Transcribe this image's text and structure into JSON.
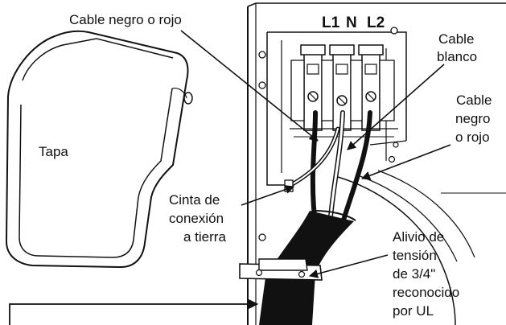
{
  "labels": {
    "cable_negro_rojo_top": "Cable negro o rojo",
    "tapa": "Tapa",
    "terminal_l1": "L1",
    "terminal_n": "N",
    "terminal_l2": "L2",
    "cable_blanco_1": "Cable",
    "cable_blanco_2": "blanco",
    "cable_negro_right_1": "Cable",
    "cable_negro_right_2": "negro",
    "cable_negro_right_3": "o rojo",
    "cinta_1": "Cinta de",
    "cinta_2": "conexión",
    "cinta_3": "a tierra",
    "alivio_1": "Alivio de",
    "alivio_2": "tensión",
    "alivio_3": "de 3/4\"",
    "alivio_4": "reconocido",
    "alivio_5": "por UL"
  }
}
